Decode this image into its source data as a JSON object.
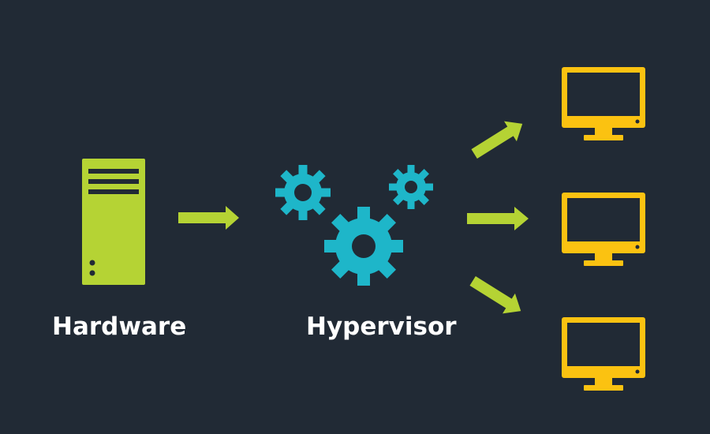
{
  "colors": {
    "background": "#212a35",
    "hardware": "#b5d334",
    "arrow": "#b5d334",
    "gear": "#1eb6c9",
    "monitor": "#fbc211",
    "text": "#ffffff"
  },
  "nodes": {
    "hardware": {
      "label": "Hardware",
      "icon": "server-tower-icon"
    },
    "hypervisor": {
      "label": "Hypervisor",
      "icon": "gears-icon"
    },
    "virtual_machines": [
      {
        "icon": "monitor-icon"
      },
      {
        "icon": "monitor-icon"
      },
      {
        "icon": "monitor-icon"
      }
    ]
  },
  "edges": [
    {
      "from": "hardware",
      "to": "hypervisor"
    },
    {
      "from": "hypervisor",
      "to": "virtual_machines.0"
    },
    {
      "from": "hypervisor",
      "to": "virtual_machines.1"
    },
    {
      "from": "hypervisor",
      "to": "virtual_machines.2"
    }
  ]
}
